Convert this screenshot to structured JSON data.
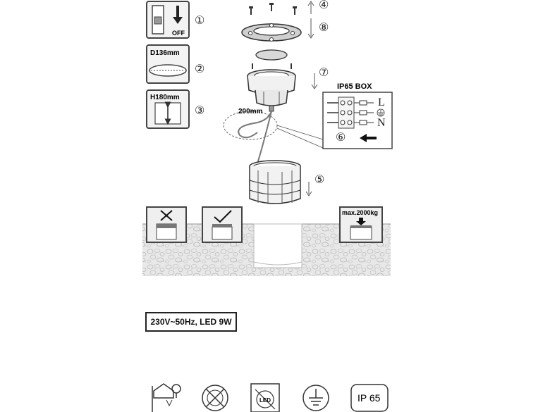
{
  "panels": {
    "power_off": "OFF",
    "diameter": "D136mm",
    "height": "H180mm"
  },
  "steps": [
    "①",
    "②",
    "③",
    "④",
    "⑤",
    "⑥",
    "⑦",
    "⑧"
  ],
  "cable_length": "200mm",
  "box": {
    "title": "IP65  BOX",
    "live": "L",
    "neutral": "N"
  },
  "load": "max.2000kg",
  "spec": "230V~50Hz, LED 9W",
  "icons": {
    "indoor_outdoor": "house-bulb-icon",
    "no_cover": "crossed-circle-icon",
    "led": "LED",
    "ground": "earth-ground-icon",
    "ip_rating": "IP 65"
  }
}
